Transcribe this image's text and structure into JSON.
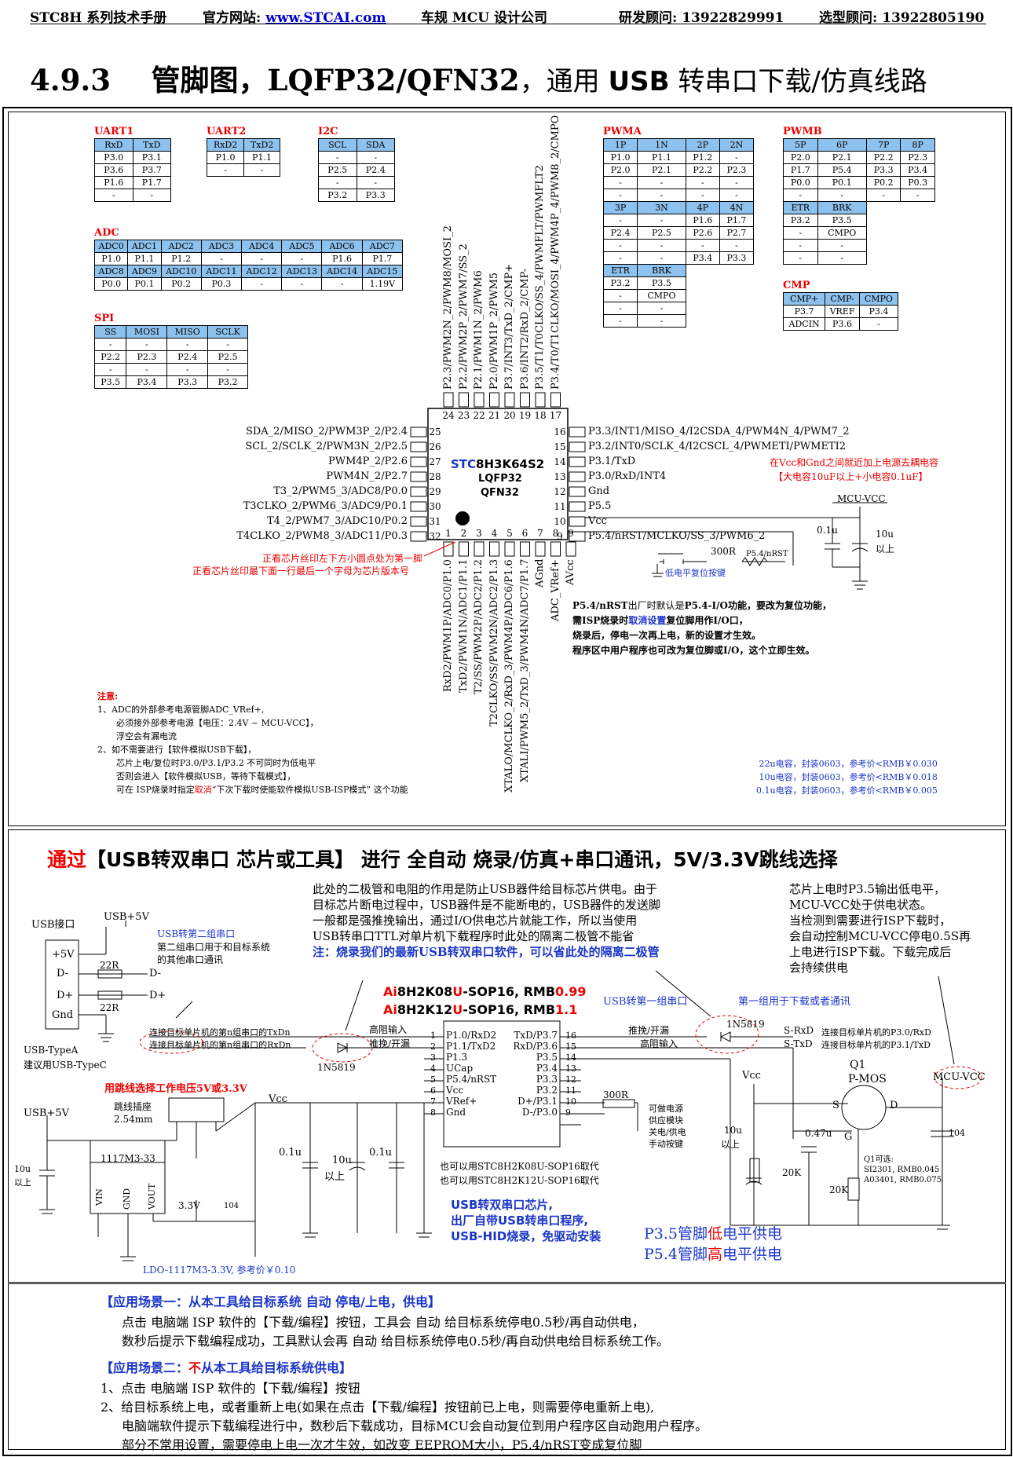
{
  "header": {
    "manual": "STC8H 系列技术手册",
    "website_label": "官方网站: ",
    "website": "www.STCAI.com",
    "company": "车规 MCU 设计公司",
    "rd_contact": "研发顾问: 13922829991",
    "sel_contact": "选型顾问: 13922805190"
  },
  "section": {
    "number": "4.9.3",
    "title_a": "管脚图，LQFP32/QFN32",
    "title_b": "，通用 ",
    "title_usb": "USB",
    "title_c": " 转串口下载/仿真线路"
  },
  "tables": {
    "uart1": {
      "title": "UART1",
      "rows": [
        [
          "RxD",
          "TxD"
        ],
        [
          "P3.0",
          "P3.1"
        ],
        [
          "P3.6",
          "P3.7"
        ],
        [
          "P1.6",
          "P1.7"
        ],
        [
          "-",
          "-"
        ]
      ]
    },
    "uart2": {
      "title": "UART2",
      "rows": [
        [
          "RxD2",
          "TxD2"
        ],
        [
          "P1.0",
          "P1.1"
        ],
        [
          "-",
          "-"
        ]
      ]
    },
    "i2c": {
      "title": "I2C",
      "rows": [
        [
          "SCL",
          "SDA"
        ],
        [
          "-",
          "-"
        ],
        [
          "P2.5",
          "P2.4"
        ],
        [
          "-",
          "-"
        ],
        [
          "P3.2",
          "P3.3"
        ]
      ]
    },
    "adc": {
      "title": "ADC",
      "rows": [
        [
          "ADC0",
          "ADC1",
          "ADC2",
          "ADC3",
          "ADC4",
          "ADC5",
          "ADC6",
          "ADC7"
        ],
        [
          "P1.0",
          "P1.1",
          "P1.2",
          "-",
          "-",
          "-",
          "P1.6",
          "P1.7"
        ],
        [
          "ADC8",
          "ADC9",
          "ADC10",
          "ADC11",
          "ADC12",
          "ADC13",
          "ADC14",
          "ADC15"
        ],
        [
          "P0.0",
          "P0.1",
          "P0.2",
          "P0.3",
          "-",
          "-",
          "-",
          "1.19V"
        ]
      ]
    },
    "spi": {
      "title": "SPI",
      "rows": [
        [
          "SS",
          "MOSI",
          "MISO",
          "SCLK"
        ],
        [
          "-",
          "-",
          "-",
          "-"
        ],
        [
          "P2.2",
          "P2.3",
          "P2.4",
          "P2.5"
        ],
        [
          "-",
          "-",
          "-",
          "-"
        ],
        [
          "P3.5",
          "P3.4",
          "P3.3",
          "P3.2"
        ]
      ]
    },
    "pwma": {
      "title": "PWMA",
      "rows": [
        [
          "1P",
          "1N",
          "2P",
          "2N"
        ],
        [
          "P1.0",
          "P1.1",
          "P1.2",
          "-"
        ],
        [
          "P2.0",
          "P2.1",
          "P2.2",
          "P2.3"
        ],
        [
          "-",
          "-",
          "-",
          "-"
        ],
        [
          "-",
          "-",
          "-",
          "-"
        ],
        [
          "3P",
          "3N",
          "4P",
          "4N"
        ],
        [
          "-",
          "-",
          "P1.6",
          "P1.7"
        ],
        [
          "P2.4",
          "P2.5",
          "P2.6",
          "P2.7"
        ],
        [
          "-",
          "-",
          "-",
          "-"
        ],
        [
          "-",
          "-",
          "P3.4",
          "P3.3"
        ],
        [
          "ETR",
          "BRK",
          "",
          ""
        ],
        [
          "P3.2",
          "P3.5",
          "",
          ""
        ],
        [
          "-",
          "CMPO",
          "",
          ""
        ],
        [
          "-",
          "-",
          "",
          ""
        ],
        [
          "-",
          "-",
          "",
          ""
        ]
      ]
    },
    "pwmb": {
      "title": "PWMB",
      "rows": [
        [
          "5P",
          "6P",
          "7P",
          "8P"
        ],
        [
          "P2.0",
          "P2.1",
          "P2.2",
          "P2.3"
        ],
        [
          "P1.7",
          "P5.4",
          "P3.3",
          "P3.4"
        ],
        [
          "P0.0",
          "P0.1",
          "P0.2",
          "P0.3"
        ],
        [
          "-",
          "-",
          "-",
          "-"
        ],
        [
          "ETR",
          "BRK"
        ],
        [
          "P3.2",
          "P3.5"
        ],
        [
          "-",
          "CMPO"
        ],
        [
          "-",
          "-"
        ],
        [
          "-",
          "-"
        ]
      ]
    },
    "cmp": {
      "title": "CMP",
      "rows": [
        [
          "CMP+",
          "CMP-",
          "CMPO"
        ],
        [
          "P3.7",
          "VREF",
          "P3.4"
        ],
        [
          "ADCIN",
          "P3.6",
          "-"
        ]
      ]
    }
  },
  "chip": {
    "name_a": "STC",
    "name_b": "8H3K64S2",
    "pkg1": "LQFP32",
    "pkg2": "QFN32",
    "left_pins": [
      {
        "n": "25",
        "label": "SDA_2/MISO_2/PWM3P_2/P2.4"
      },
      {
        "n": "26",
        "label": "SCL_2/SCLK_2/PWM3N_2/P2.5"
      },
      {
        "n": "27",
        "label": "PWM4P_2/P2.6"
      },
      {
        "n": "28",
        "label": "PWM4N_2/P2.7"
      },
      {
        "n": "29",
        "label": "T3_2/PWM5_3/ADC8/P0.0"
      },
      {
        "n": "30",
        "label": "T3CLKO_2/PWM6_3/ADC9/P0.1"
      },
      {
        "n": "31",
        "label": "T4_2/PWM7_3/ADC10/P0.2"
      },
      {
        "n": "32",
        "label": "T4CLKO_2/PWM8_3/ADC11/P0.3"
      }
    ],
    "right_pins": [
      {
        "n": "16",
        "label": "P3.3/INT1/MISO_4/I2CSDA_4/PWM4N_4/PWM7_2"
      },
      {
        "n": "15",
        "label": "P3.2/INT0/SCLK_4/I2CSCL_4/PWMETI/PWMETI2"
      },
      {
        "n": "14",
        "label": "P3.1/TxD"
      },
      {
        "n": "13",
        "label": "P3.0/RxD/INT4"
      },
      {
        "n": "12",
        "label": "Gnd"
      },
      {
        "n": "11",
        "label": "P5.5"
      },
      {
        "n": "10",
        "label": "Vcc"
      },
      {
        "n": "9",
        "label": "P5.4/nRST/MCLKO/SS_3/PWM6_2"
      }
    ],
    "top_pins": [
      {
        "n": "24",
        "label": "P2.3/PWM2N_2/PWM8/MOSI_2"
      },
      {
        "n": "23",
        "label": "P2.2/PWM2P_2/PWM7/SS_2"
      },
      {
        "n": "22",
        "label": "P2.1/PWM1N_2/PWM6"
      },
      {
        "n": "21",
        "label": "P2.0/PWM1P_2/PWM5"
      },
      {
        "n": "20",
        "label": "P3.7/INT3/TxD_2/CMP+"
      },
      {
        "n": "19",
        "label": "P3.6/INT2/RxD_2/CMP-"
      },
      {
        "n": "18",
        "label": "P3.5/T1/T0CLKO/SS_4/PWMFLT/PWMFLT2"
      },
      {
        "n": "17",
        "label": "P3.4/T0/T1CLKO/MOSI_4/PWM4P_4/PWM8_2/CMPO"
      }
    ],
    "bottom_pins": [
      {
        "n": "1",
        "label": "RxD2/PWM1P/ADC0/P1.0"
      },
      {
        "n": "2",
        "label": "TxD2/PWM1N/ADC1/P1.1"
      },
      {
        "n": "3",
        "label": "T2/SS/PWM2P/ADC2/P1.2"
      },
      {
        "n": "4",
        "label": "T2CLKO/SS/PWM2N/ADC2/P1.3"
      },
      {
        "n": "5",
        "label": "XTALO/MCLKO_2/RxD_3/PWM4P/ADC6/P1.6"
      },
      {
        "n": "6",
        "label": "XTALI/PWM5_2/TxD_3/PWM4N/ADC7/P1.7"
      },
      {
        "n": "7",
        "label": "AGnd"
      },
      {
        "n": "8",
        "label": "ADC_VRef+"
      },
      {
        "n": "9",
        "label": "AVcc"
      }
    ]
  },
  "notes_top": {
    "pin1_a": "正看芯片丝印左下方小圆点处为第一脚",
    "pin1_b": "正看芯片丝印最下面一行最后一个字母为芯片版本号",
    "decap_a": "在Vcc和Gnd之间就近加上电源去耦电容",
    "decap_b": "【大电容10uF以上+小电容0.1uF】",
    "mcu_vcc": "MCU-VCC",
    "c01u": "0.1u",
    "c10u": "10u",
    "above": "以上",
    "r300": "300R",
    "p54rst": "P5.4/nRST",
    "rst_btn": "低电平复位按键",
    "p54_1a": "P5.4/nRST",
    "p54_1b": "出厂时默认是",
    "p54_1c": "P5.4-I/O",
    "p54_1d": "功能，要改为复位功能，",
    "p54_2a": "需ISP烧录时",
    "p54_2b": "取消设置",
    "p54_2c": "复位脚用作I/O口，",
    "p54_3": "烧录后，停电一次再上电，新的设置才生效。",
    "p54_4": "程序区中用户程序也可改为复位脚或I/O，这个立即生效。",
    "attn": "注意:",
    "n1": "1、ADC的外部参考电源管脚ADC_VRef+,",
    "n2": "必须接外部参考电源【电压：2.4V ~ MCU-VCC】，",
    "n3": "浮空会有漏电流",
    "n4": "2、如不需要进行【软件模拟USB下载】，",
    "n5": "芯片上电/复位时P3.0/P3.1/P3.2 不可同时为低电平",
    "n6": "否则会进入【软件模拟USB，等待下载模式】，",
    "n7a": "可在 ISP烧录时指定",
    "n7b": "取消",
    "n7c": "“下次下载时使能软件模拟USB-ISP模式” 这个功能",
    "price1": "22u电容，封装0603，参考价<RMB￥0.030",
    "price2": "10u电容，封装0603，参考价<RMB￥0.018",
    "price3": "0.1u电容，封装0603，参考价<RMB￥0.005"
  },
  "usb_section": {
    "heading_a": "通过",
    "heading_b": "【USB转双串口 芯片或工具】 进行 全自动 烧录/仿真+串口通讯，5V/3.3V跳线选择",
    "diode_note_1": "此处的二极管和电阻的作用是防止USB器件给目标芯片供电。由于",
    "diode_note_2": "目标芯片断电过程中，USB器件是不能断电的，USB器件的发送脚",
    "diode_note_3": "一般都是强推挽输出，通过I/O供电芯片就能工作，所以当使用",
    "diode_note_4": "USB转串口TTL对单片机下载程序时此处的隔离二极管不能省",
    "diode_note_5": "注：烧录我们的最新USB转双串口软件，可以省此处的隔离二极管",
    "power_note_1": "芯片上电时P3.5输出低电平，",
    "power_note_2": "MCU-VCC处于供电状态。",
    "power_note_3": "当检测到需要进行ISP下载时，",
    "power_note_4": "会自动控制MCU-VCC停电0.5S再",
    "power_note_5": "上电进行ISP下载。下载完成后",
    "power_note_6": "会持续供电",
    "usb_port": "USB接口",
    "usb5v": "USB+5V",
    "p5v": "+5V",
    "dminus": "D-",
    "dplus": "D+",
    "gnd": "Gnd",
    "r22": "22R",
    "typea": "USB-TypeA",
    "typec": "建议用USB-TypeC",
    "second_uart": "USB转第二组串口",
    "second_uart_d1": "第二组串口用于和目标系统",
    "second_uart_d2": "的其他串口通讯",
    "chip1_a": "Ai",
    "chip1_b": "8H2K08",
    "chip1_c": "U",
    "chip1_d": "-SOP16, RMB",
    "chip1_e": "0.99",
    "chip2_a": "Ai",
    "chip2_b": "8H2K12",
    "chip2_c": "U",
    "chip2_d": "-SOP16, RMB",
    "chip2_e": "1.1",
    "first_uart": "USB转第一组串口",
    "first_uart_use": "第一组用于下载或者通讯",
    "txdn": "连接目标单片机的第n组串口的TxDn",
    "rxdn": "连接目标单片机的第n组串口的RxDn",
    "hi_in": "高阻输入",
    "pp_od": "推挽/开漏",
    "d1n5819": "1N5819",
    "sop_left": [
      "P1.0/RxD2",
      "P1.1/TxD2",
      "P1.3",
      "UCap",
      "P5.4/nRST",
      "Vcc",
      "VRef+",
      "Gnd"
    ],
    "sop_right": [
      "TxD/P3.7",
      "RxD/P3.6",
      "P3.5",
      "P3.4",
      "P3.3",
      "P3.2",
      "D+/P3.1",
      "D-/P3.0"
    ],
    "pp_od2": "推挽/开漏",
    "hi_in2": "高阻输入",
    "srxd": "S-RxD",
    "stxd": "S-TxD",
    "to_p30": "连接目标单片机的P3.0/RxD",
    "to_p31": "连接目标单片机的P3.1/TxD",
    "mcu_vcc": "MCU-VCC",
    "q1": "Q1",
    "pmos": "P-MOS",
    "vcc": "Vcc",
    "c10u": "10u",
    "above": "以上",
    "c047": "0.47u",
    "r20k": "20K",
    "c104": "104",
    "q1_opt1": "Q1可选:",
    "q1_opt2": "SI2301, RMB0.045",
    "q1_opt3": "A03401, RMB0.075",
    "jumper_title": "用跳线选择工作电压5V或3.3V",
    "jumper_seat": "跳线插座",
    "jumper_pitch": "2.54mm",
    "ldo": "1117M3-33",
    "vin": "VIN",
    "ldo_gnd": "GND",
    "vout": "VOUT",
    "v33": "3.3V",
    "c01u": "0.1u",
    "r300": "300R",
    "sw1": "可做电源",
    "sw2": "供应模块",
    "sw3": "关电/供电",
    "sw4": "手动按键",
    "alt1": "也可以用STC8H2K08U-SOP16取代",
    "alt2": "也可以用STC8H2K12U-SOP16取代",
    "feat1": "USB转双串口芯片,",
    "feat2": "出厂自带USB转串口程序,",
    "feat3": "USB-HID烧录，免驱动安装",
    "p35_a": "P3.5管脚",
    "p35_b": "低",
    "p35_c": "电平供电",
    "p54_a": "P5.4管脚",
    "p54_b": "高",
    "p54_c": "电平供电",
    "ldo_price": "LDO-1117M3-3.3V, 参考价￥0.10"
  },
  "scenarios": {
    "s1_title": "【应用场景一：从本工具给目标系统 自动 停电/上电，供电】",
    "s1_l1": "点击 电脑端 ISP 软件的【下载/编程】按钮，工具会 自动 给目标系统停电0.5秒/再自动供电，",
    "s1_l2": "数秒后提示下载编程成功，工具默认会再 自动 给目标系统停电0.5秒/再自动供电给目标系统工作。",
    "s2_title_a": "【应用场景二：",
    "s2_title_b": "不",
    "s2_title_c": "从本工具给目标系统供电】",
    "s2_l1": "1、点击 电脑端 ISP 软件的【下载/编程】按钮",
    "s2_l2": "2、给目标系统上电，或者重新上电(如果在点击【下载/编程】按钮前已上电，则需要停电重新上电),",
    "s2_l3": "电脑端软件提示下载编程进行中，数秒后下载成功，目标MCU会自动复位到用户程序区自动跑用户程序。",
    "s2_l4": "部分不常用设置，需要停电上电一次才生效，如改变 EEPROM大小，P5.4/nRST变成复位脚"
  }
}
